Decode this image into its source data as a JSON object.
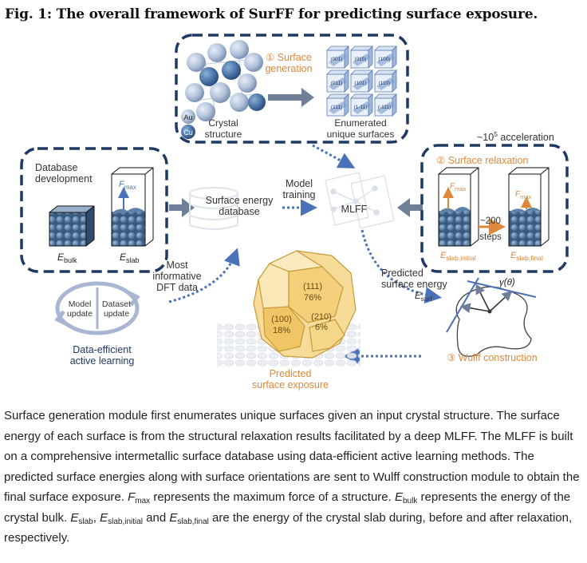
{
  "figure": {
    "title": "Fig. 1: The overall framework of SurFF for predicting surface exposure.",
    "top_panel": {
      "crystal_label_line1": "Crystal",
      "crystal_label_line2": "structure",
      "legend_au": "Au",
      "legend_cu": "Cu",
      "step1_line1": "① Surface",
      "step1_line2": "generation",
      "enumerated_line1": "Enumerated",
      "enumerated_line2": "unique surfaces",
      "facets": [
        "(001)",
        "(010)",
        "(100)",
        "(011)",
        "(101)",
        "(110)",
        "(111)",
        "(1-11)",
        "(-111)"
      ]
    },
    "left_panel": {
      "title_line1": "Database",
      "title_line2": "development",
      "fmax_label": "F",
      "fmax_sub": "max",
      "ebulk_label": "E",
      "ebulk_sub": "bulk",
      "eslab_label": "E",
      "eslab_sub": "slab"
    },
    "center": {
      "db_line1": "Surface energy",
      "db_line2": "database",
      "training_line1": "Model",
      "training_line2": "training",
      "mlff_label": "MLFF",
      "dft_line1": "Most",
      "dft_line2": "informative",
      "dft_line3": "DFT data"
    },
    "active_learning": {
      "model_update_line1": "Model",
      "model_update_line2": "update",
      "dataset_update_line1": "Dataset",
      "dataset_update_line2": "update",
      "label_line1": "Data-efficient",
      "label_line2": "active learning"
    },
    "right_panel": {
      "acceleration_prefix": "~10",
      "acceleration_exp": "5",
      "acceleration_suffix": " acceleration",
      "step2": "② Surface relaxation",
      "fmax_label": "F",
      "fmax_sub": "max",
      "steps_line1": "~200",
      "steps_line2": "steps",
      "einit_label": "E",
      "einit_sub": "slab,initial",
      "efinal_label": "E",
      "efinal_sub": "slab,final"
    },
    "wulff": {
      "predicted_line1": "Predicted",
      "predicted_line2": "surface energy",
      "esurf_label": "E",
      "esurf_sub": "surf",
      "gamma_label": "γ(θ)",
      "step3": "③ Wulff construction"
    },
    "exposure": {
      "facet_111": "(111)",
      "pct_111": "76%",
      "facet_100": "(100)",
      "pct_100": "18%",
      "facet_210": "(210)",
      "pct_210": "6%",
      "label_line1": "Predicted",
      "label_line2": "surface exposure"
    },
    "colors": {
      "dashed_box": "#1f3864",
      "orange": "#e0883a",
      "blue_arrow": "#4a72b8",
      "gray_arrow": "#6f7f98",
      "polyhedron": "#f3cf7a"
    }
  },
  "caption": {
    "s1": "Surface generation module first enumerates unique surfaces given an input crystal structure. The surface energy of each surface is from the structural relaxation results facilitated by a deep MLFF. The MLFF is built on a comprehensive intermetallic surface database using data-efficient active learning methods. The predicted surface energies along with surface orientations are sent to Wulff construction module to obtain the final surface exposure. ",
    "fmax_base": "F",
    "fmax_sub": "max",
    "s2": " represents the maximum force of a structure. ",
    "ebulk_base": "E",
    "ebulk_sub": "bulk",
    "s3": " represents the energy of the crystal bulk. ",
    "eslab_base": "E",
    "eslab_sub": "slab",
    "sep1": ", ",
    "eslabi_base": "E",
    "eslabi_sub": "slab,initial",
    "and_word": " and ",
    "eslabf_base": "E",
    "eslabf_sub": "slab,final",
    "s4": " are the energy of the crystal slab during, before and after relaxation, respectively."
  }
}
